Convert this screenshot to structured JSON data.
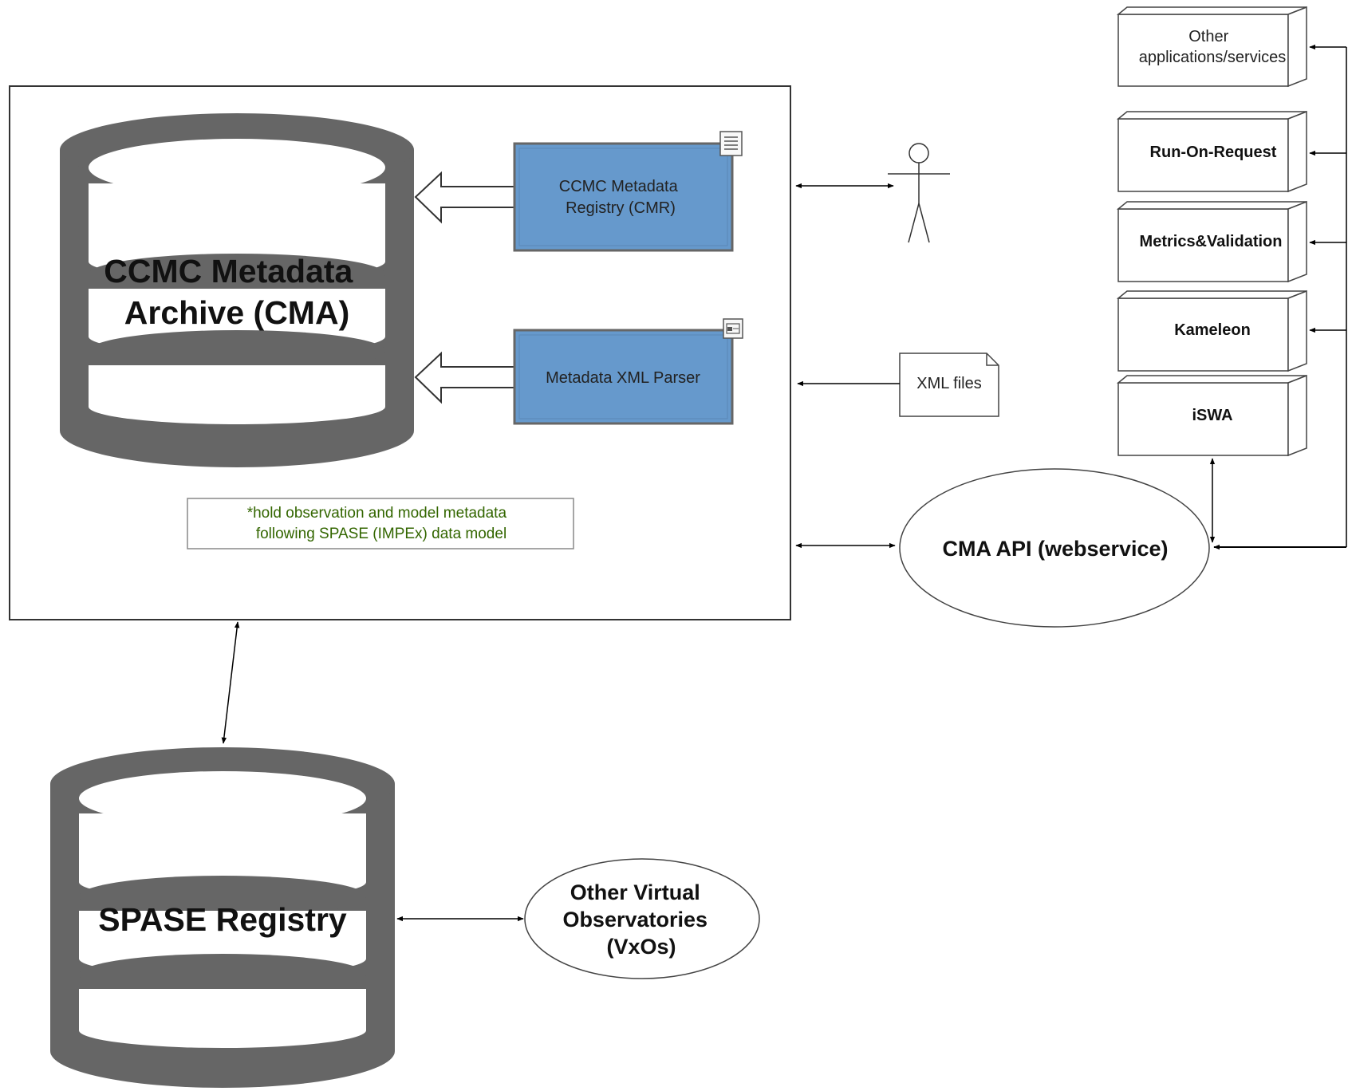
{
  "archive": {
    "title_lines": [
      "CCMC Metadata",
      "Archive (CMA)"
    ],
    "note_lines": [
      "*hold observation and model metadata",
      "following SPASE (IMPEx) data model"
    ]
  },
  "cmr": {
    "lines": [
      "CCMC Metadata",
      "Registry (CMR)"
    ],
    "icon": "document-icon"
  },
  "parser": {
    "label": "Metadata XML Parser",
    "icon": "window-icon"
  },
  "xml_files": {
    "label": "XML files"
  },
  "api": {
    "label": "CMA API (webservice)"
  },
  "services": [
    {
      "lines": [
        "Other",
        "applications/services"
      ],
      "bold": false
    },
    {
      "lines": [
        "Run-On-Request"
      ],
      "bold": true
    },
    {
      "lines": [
        "Metrics&Validation"
      ],
      "bold": true
    },
    {
      "lines": [
        "Kameleon"
      ],
      "bold": true
    },
    {
      "lines": [
        "iSWA"
      ],
      "bold": true
    }
  ],
  "spase": {
    "label": "SPASE Registry"
  },
  "vxos": {
    "lines": [
      "Other Virtual",
      "Observatories",
      "(VxOs)"
    ]
  },
  "colors": {
    "cylinder": "#666666",
    "component_fill": "#6699cc",
    "note_text": "#336600",
    "line": "#000000"
  }
}
